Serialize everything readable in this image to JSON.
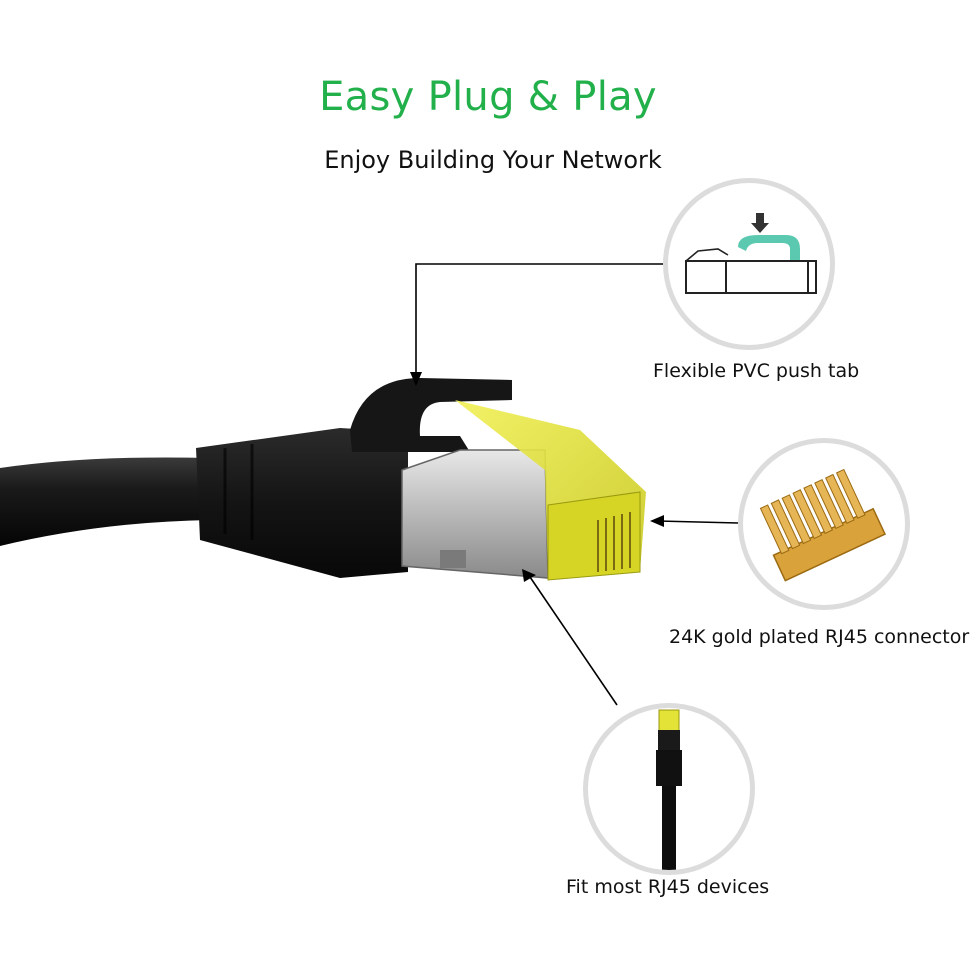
{
  "header": {
    "title": "Easy Plug & Play",
    "subtitle": "Enjoy Building Your Network"
  },
  "features": [
    {
      "label": "Flexible PVC push tab",
      "icon": "push-tab-diagram-icon"
    },
    {
      "label": "24K gold plated RJ45 connector",
      "icon": "gold-contacts-icon"
    },
    {
      "label": "Fit most RJ45 devices",
      "icon": "cable-plug-icon"
    }
  ],
  "colors": {
    "title_green": "#22b04b",
    "tab_teal": "#5bc8b0",
    "jack_yellow": "#e3e236",
    "gold": "#d9a23a"
  }
}
